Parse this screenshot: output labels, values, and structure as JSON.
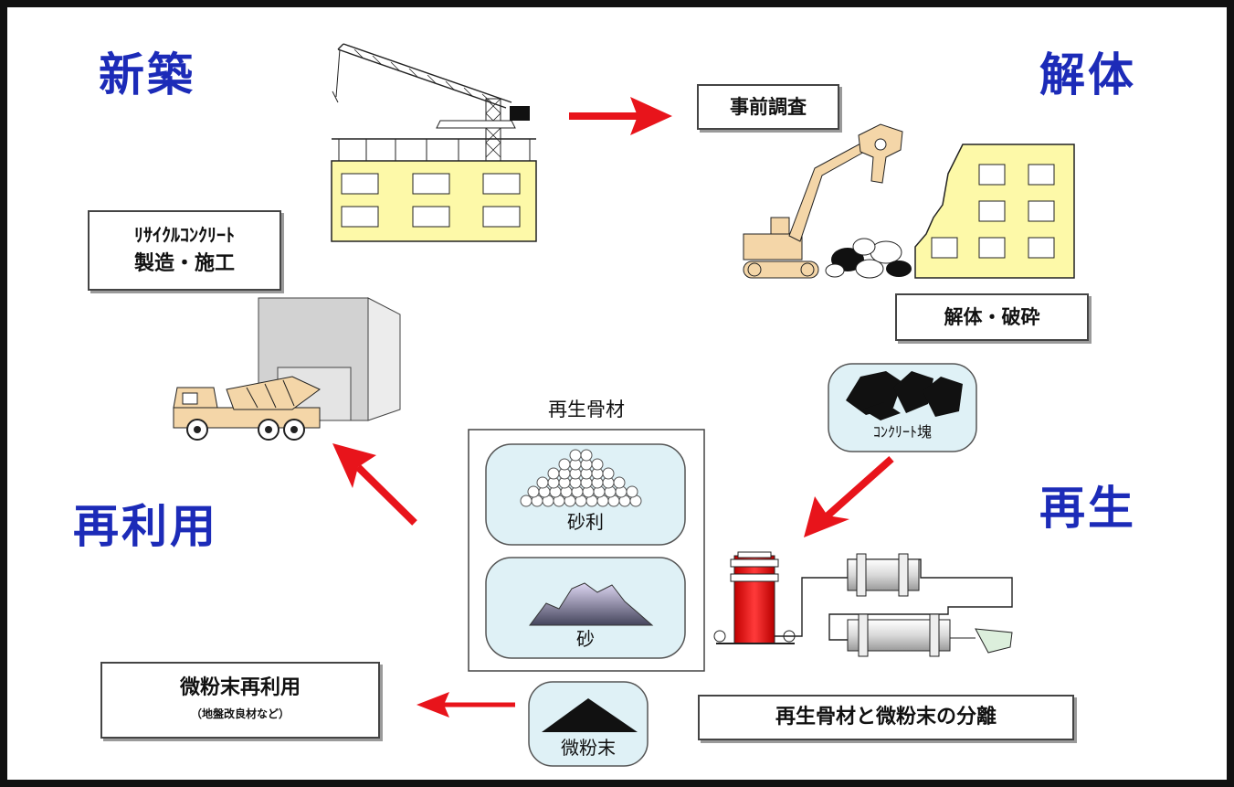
{
  "phases": {
    "new_build": "新築",
    "demolition": "解体",
    "regeneration": "再生",
    "reuse": "再利用"
  },
  "boxes": {
    "pre_survey": "事前調査",
    "demolish_crush": "解体・破砕",
    "recycled_concrete_title": "ﾘｻｲｸﾙｺﾝｸﾘｰﾄ",
    "recycled_concrete_sub": "製造・施工",
    "fine_powder_reuse_title": "微粉末再利用",
    "fine_powder_reuse_note": "（地盤改良材など）",
    "separation": "再生骨材と微粉末の分離"
  },
  "recycled_aggregate": {
    "title": "再生骨材",
    "gravel": "砂利",
    "sand": "砂"
  },
  "fine_powder": "微粉末",
  "concrete_lumps": "ｺﾝｸﾘｰﾄ塊",
  "colors": {
    "phase_text": "#1c2bb8",
    "arrow": "#e8141b",
    "building_fill": "#fdf9a8",
    "machine_fill": "#f4d6a8",
    "rounded_panel": "#dff1f6"
  }
}
